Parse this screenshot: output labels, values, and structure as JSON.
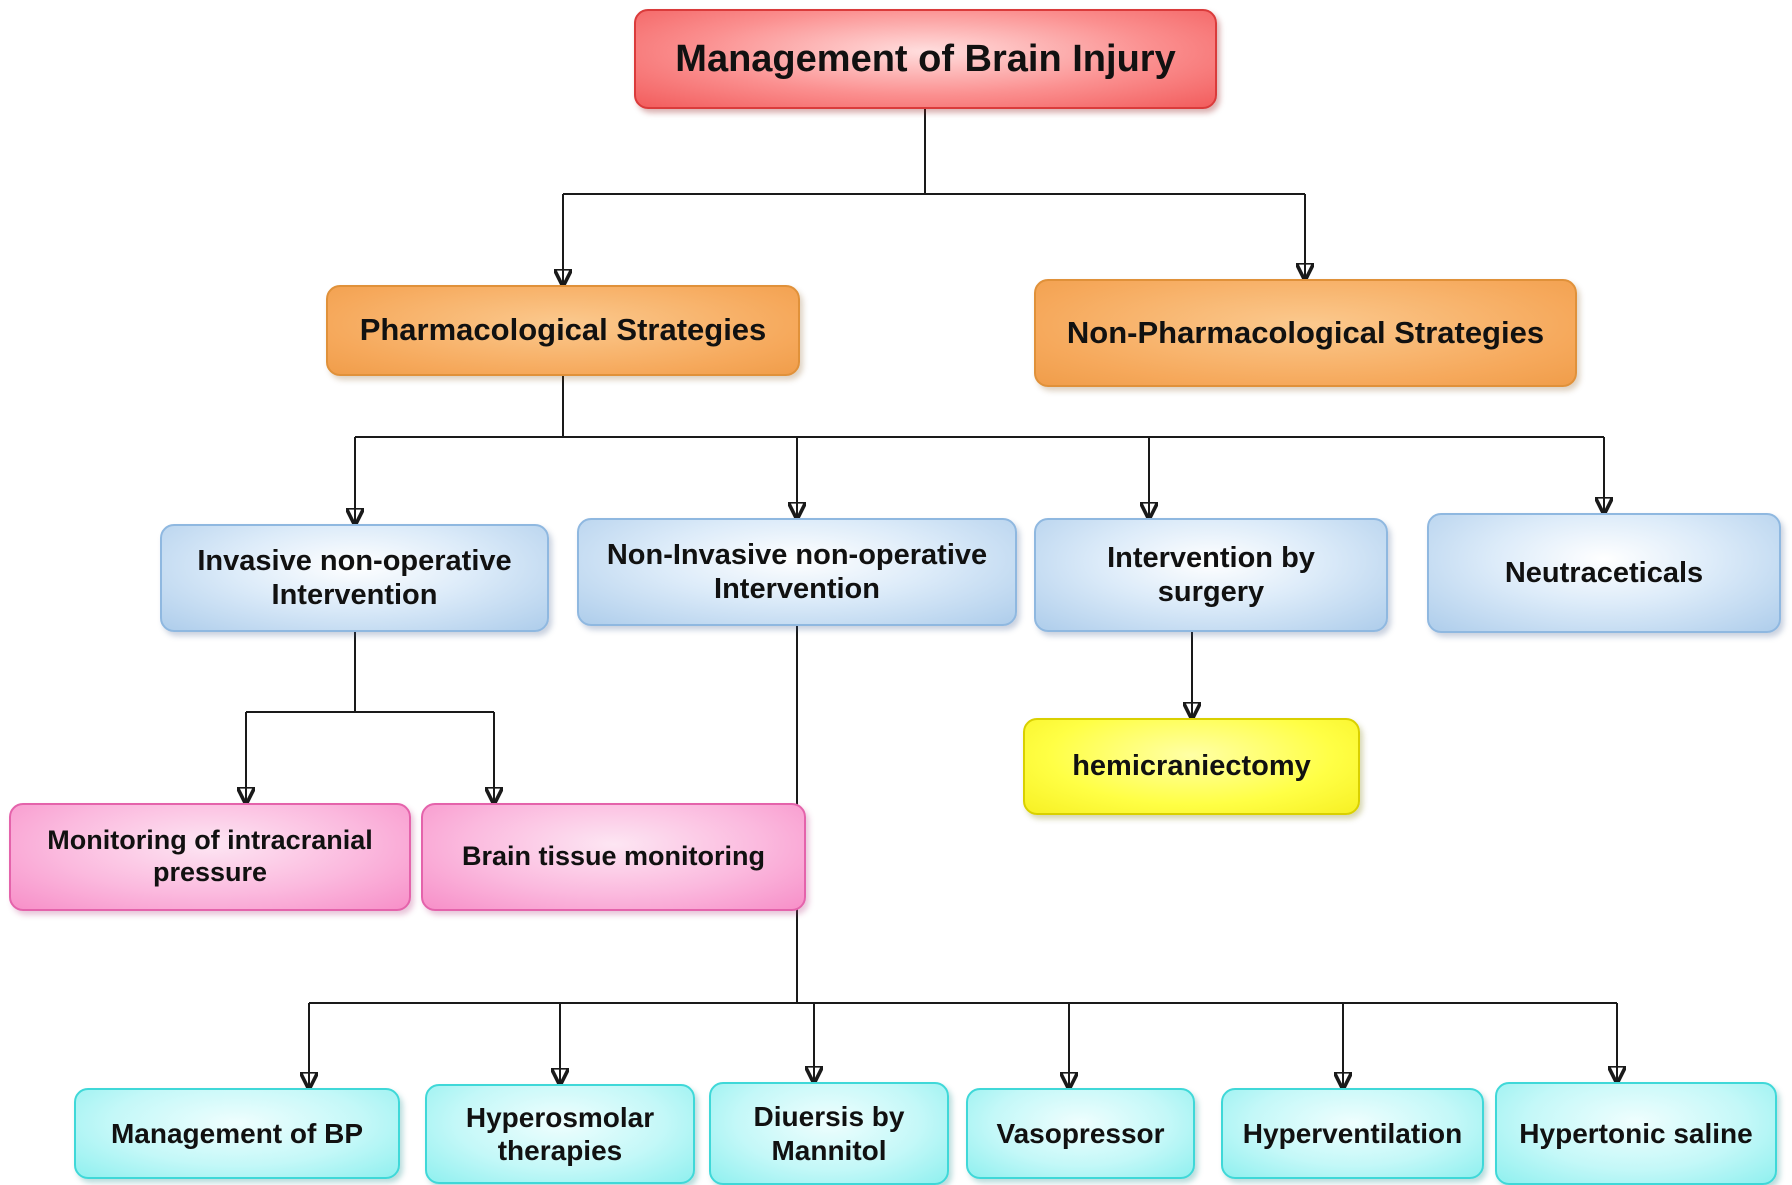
{
  "nodes": {
    "title": "Management of Brain Injury",
    "pharmacological": "Pharmacological Strategies",
    "non_pharmacological": "Non-Pharmacological Strategies",
    "invasive": "Invasive non-operative\nIntervention",
    "non_invasive": "Non-Invasive non-operative\nIntervention",
    "surgery": "Intervention by\nsurgery",
    "neutraceticals": "Neutraceticals",
    "icp_monitoring": "Monitoring of intracranial\npressure",
    "brain_tissue": "Brain tissue monitoring",
    "hemicraniectomy": "hemicraniectomy",
    "bp": "Management of BP",
    "hyperosmolar": "Hyperosmolar\ntherapies",
    "diuersis": "Diuersis by\nMannitol",
    "vasopressor": "Vasopressor",
    "hyperventilation": "Hyperventilation",
    "hypertonic": "Hypertonic saline"
  },
  "colors": {
    "title_box": "#f25c5c",
    "strategy_box": "#f6a95c",
    "intervention_box": "#aecdeb",
    "monitoring_box": "#f78fc8",
    "hemicraniectomy_box": "#ffff45",
    "therapy_box": "#8ff0ef",
    "connector": "#1a1a1a"
  }
}
